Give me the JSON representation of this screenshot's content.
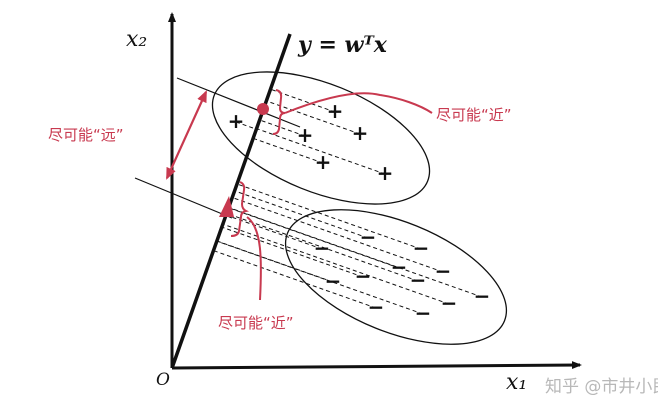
{
  "labels": {
    "x2_axis": "x₂",
    "x1_axis": "x₁",
    "origin": "O",
    "projection_line": "y = wᵀx",
    "far_note": "尽可能“远”",
    "near_note_top": "尽可能“近”",
    "near_note_bottom": "尽可能“近”",
    "watermark": "知乎 @市井小民"
  },
  "colors": {
    "axis": "#111111",
    "annotation": "#c8394f",
    "watermark": "#b8b8b8"
  },
  "classes": {
    "positive_marker": "+",
    "negative_marker": "−",
    "positive_count": 6,
    "negative_count": 12
  }
}
